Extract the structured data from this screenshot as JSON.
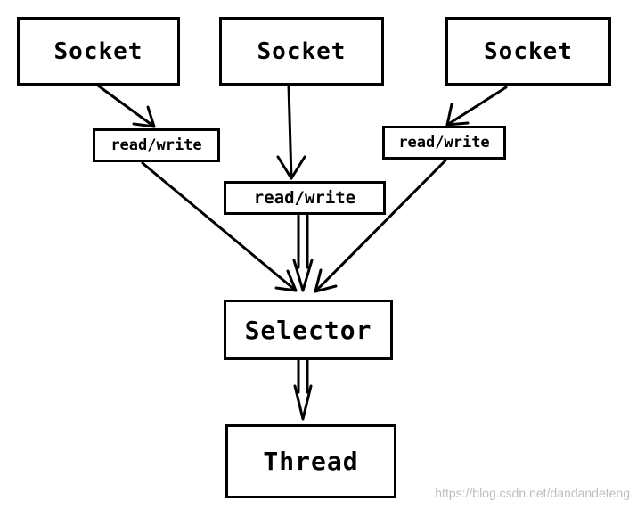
{
  "diagram": {
    "sockets": [
      {
        "label": "Socket"
      },
      {
        "label": "Socket"
      },
      {
        "label": "Socket"
      }
    ],
    "read_write": [
      {
        "label": "read/write"
      },
      {
        "label": "read/write"
      },
      {
        "label": "read/write"
      }
    ],
    "selector": {
      "label": "Selector"
    },
    "thread": {
      "label": "Thread"
    }
  },
  "watermark": "https://blog.csdn.net/dandandeteng"
}
